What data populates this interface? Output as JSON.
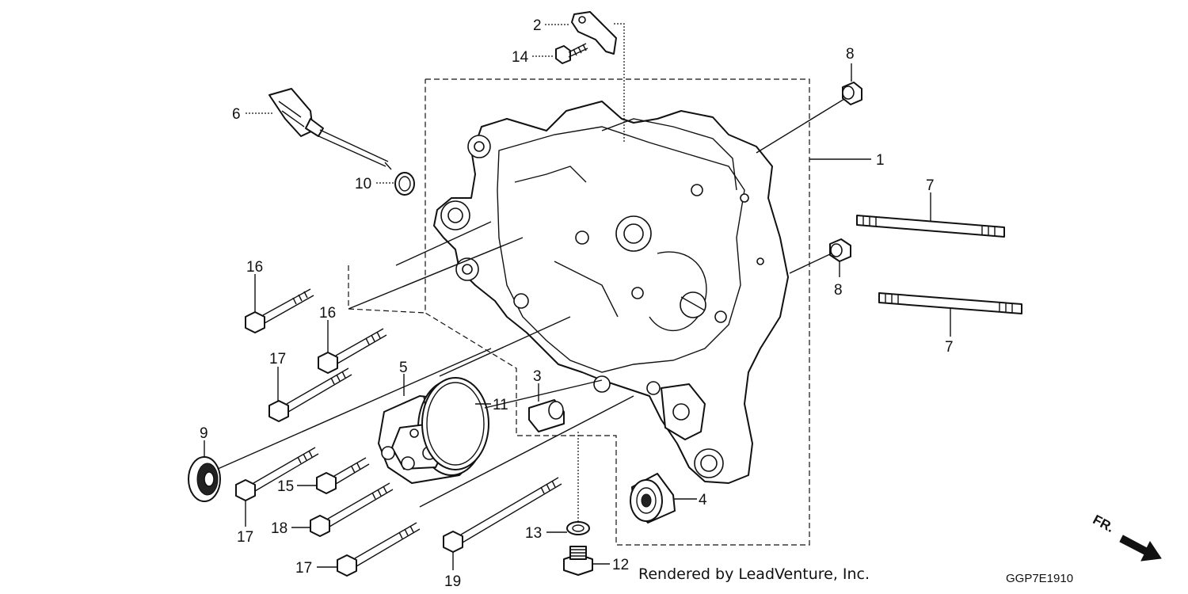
{
  "diagram": {
    "callouts": [
      "1",
      "2",
      "3",
      "4",
      "5",
      "6",
      "7",
      "7",
      "8",
      "8",
      "9",
      "10",
      "11",
      "12",
      "13",
      "14",
      "15",
      "16",
      "16",
      "17",
      "17",
      "17",
      "18",
      "19"
    ],
    "direction_label": "FR.",
    "credit": "Rendered by LeadVenture, Inc.",
    "code": "GGP7E1910"
  }
}
